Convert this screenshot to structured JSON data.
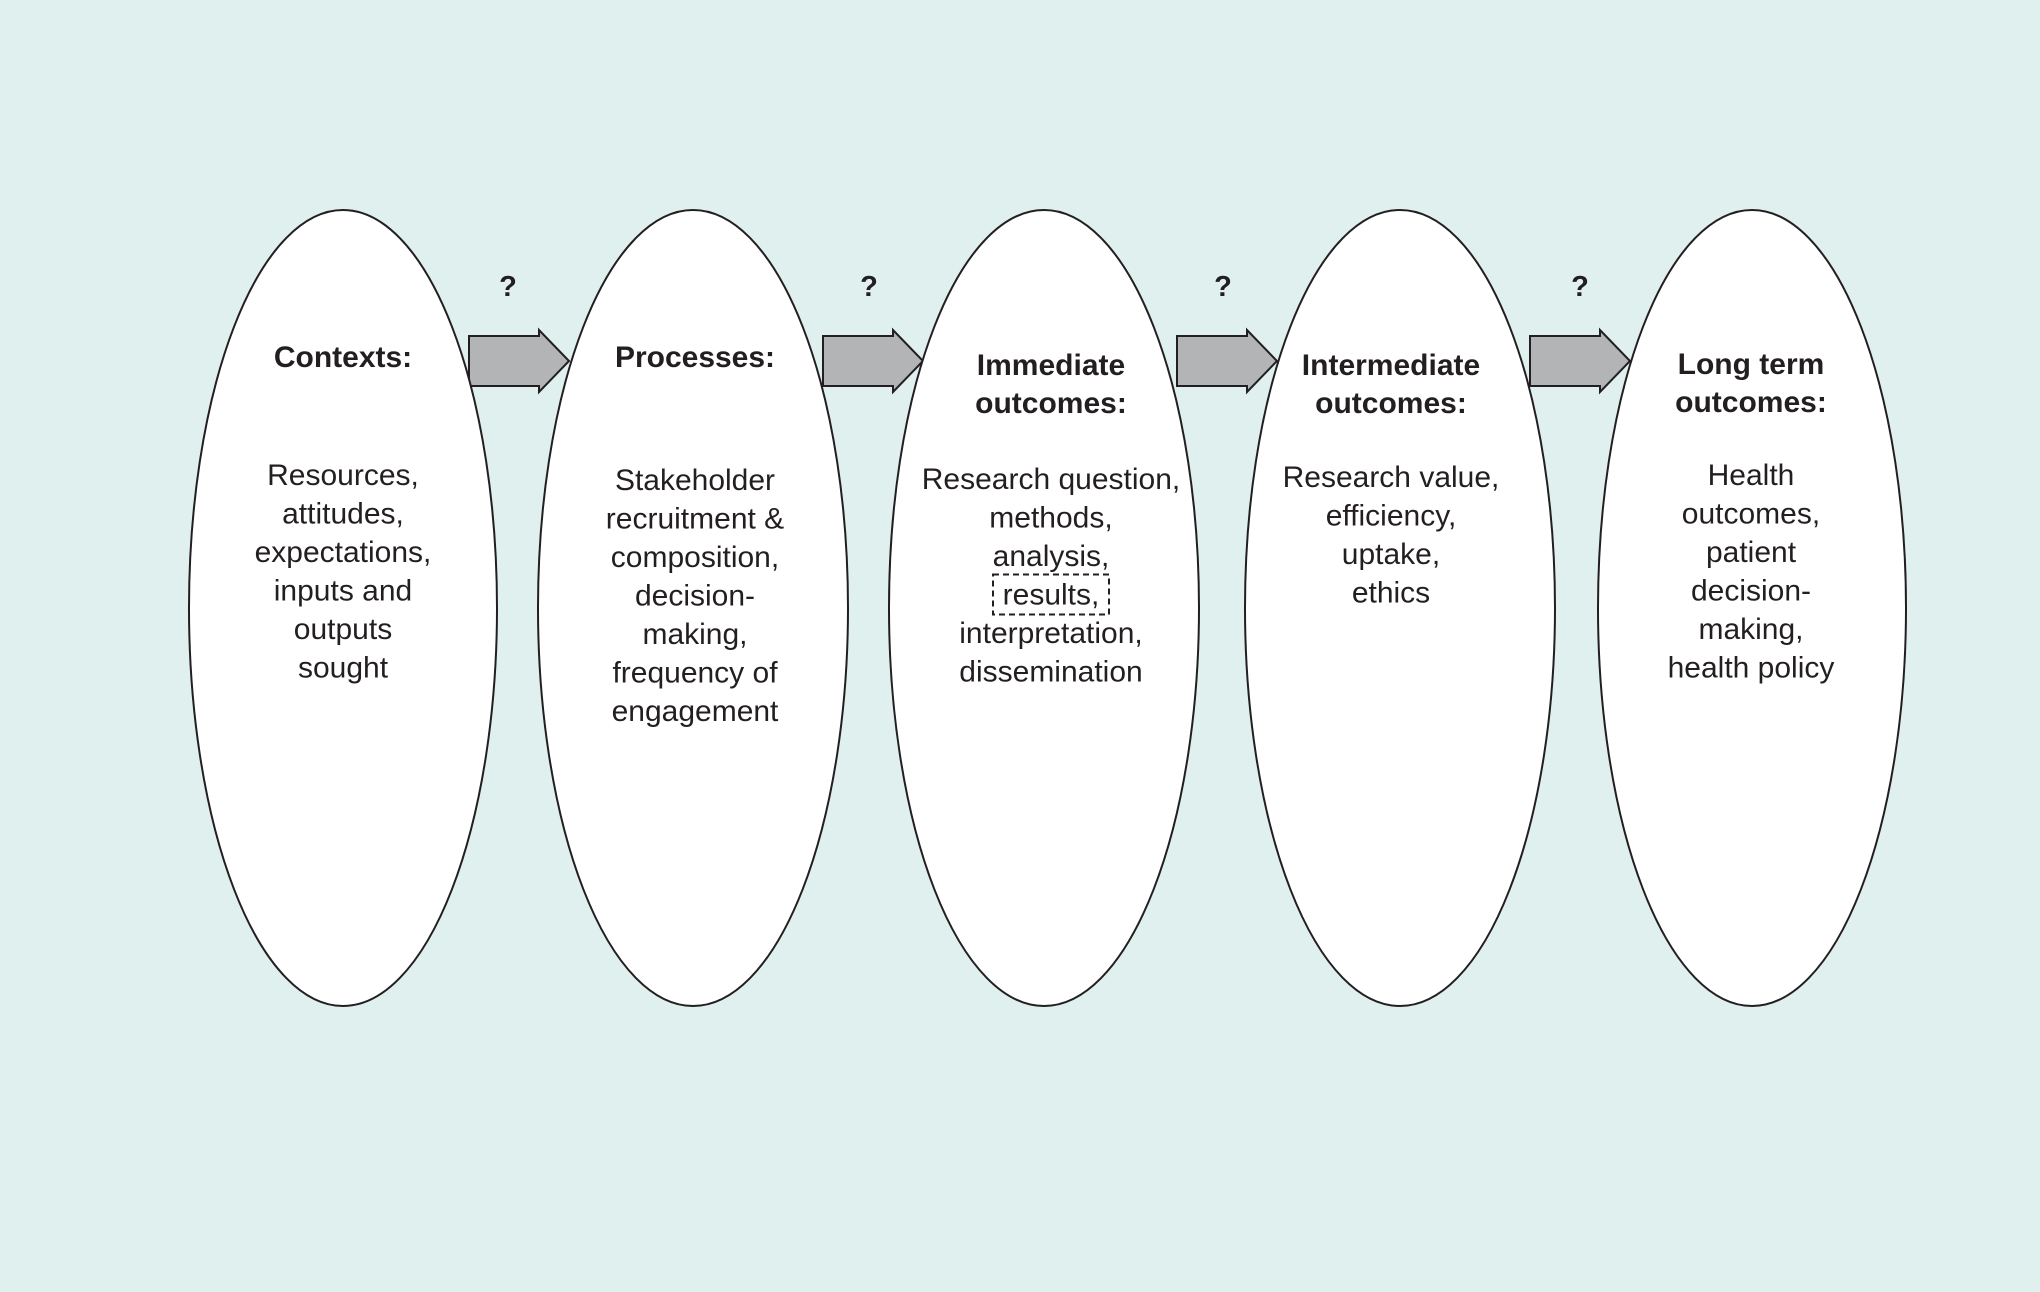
{
  "colors": {
    "background": "#dff0ef",
    "ellipse_fill": "#ffffff",
    "stroke": "#231f20",
    "arrow_fill": "#b3b4b6",
    "text": "#231f20"
  },
  "stages": [
    {
      "title": [
        "Contexts:"
      ],
      "body": [
        "Resources,",
        "attitudes,",
        "expectations,",
        "inputs and",
        "outputs",
        "sought"
      ]
    },
    {
      "title": [
        "Processes:"
      ],
      "body": [
        "Stakeholder",
        "recruitment &",
        "composition,",
        "decision-",
        "making,",
        "frequency of",
        "engagement"
      ]
    },
    {
      "title": [
        "Immediate",
        "outcomes:"
      ],
      "body": [
        "Research question,",
        "methods,",
        "analysis,",
        "results,",
        "interpretation,",
        "dissemination"
      ],
      "boxed_line": "results,"
    },
    {
      "title": [
        "Intermediate",
        "outcomes:"
      ],
      "body": [
        "Research value,",
        "efficiency,",
        "uptake,",
        "ethics"
      ]
    },
    {
      "title": [
        "Long term",
        "outcomes:"
      ],
      "body": [
        "Health",
        "outcomes,",
        "patient",
        "decision-",
        "making,",
        "health policy"
      ]
    }
  ],
  "connectors": [
    {
      "icon": "right-arrow-icon",
      "label": "?"
    },
    {
      "icon": "right-arrow-icon",
      "label": "?"
    },
    {
      "icon": "right-arrow-icon",
      "label": "?"
    },
    {
      "icon": "right-arrow-icon",
      "label": "?"
    }
  ]
}
